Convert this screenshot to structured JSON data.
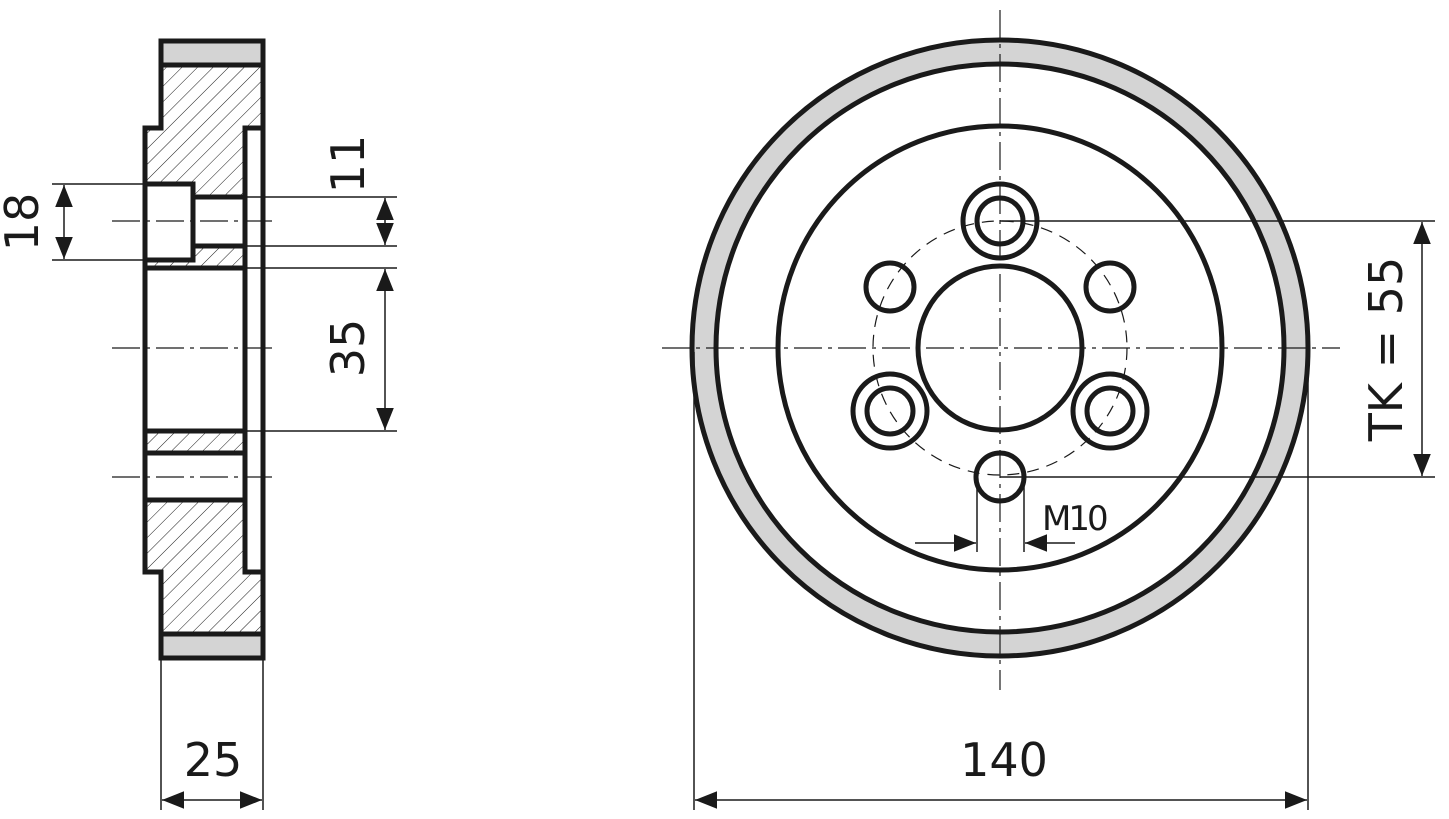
{
  "drawing": {
    "side_view": {
      "dim_counterbore": "18",
      "dim_hole": "11",
      "dim_bore": "35",
      "dim_width": "25"
    },
    "front_view": {
      "dim_outer_diameter": "140",
      "dim_bolt_circle": "TK = 55",
      "dim_thread": "M10"
    },
    "colors": {
      "line": "#1a1a1a",
      "tread": "#d4d4d4",
      "background": "#ffffff"
    }
  }
}
